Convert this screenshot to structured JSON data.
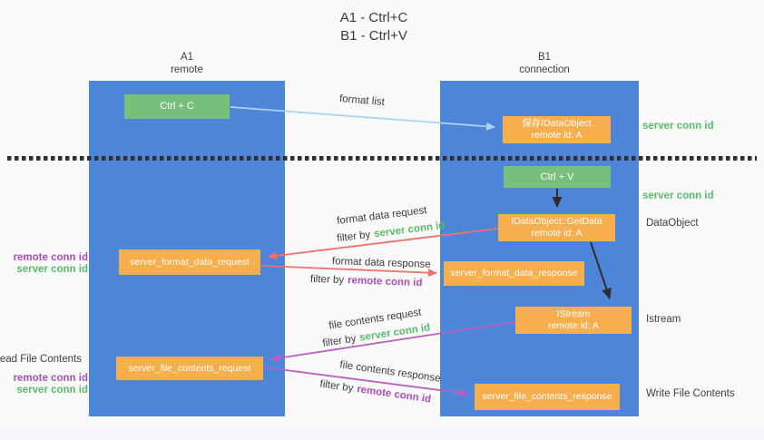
{
  "title": {
    "line1": "A1 - Ctrl+C",
    "line2": "B1 - Ctrl+V"
  },
  "lifelines": {
    "left": {
      "name": "A1",
      "role": "remote"
    },
    "right": {
      "name": "B1",
      "role": "connection"
    }
  },
  "nodes": {
    "ctrl_c": {
      "label": "Ctrl + C"
    },
    "ctrl_v": {
      "label": "Ctrl + V"
    },
    "save_dataobject": {
      "line1": "保存IDataObject",
      "line2": "remote id: A"
    },
    "getdata": {
      "line1": "IDataObject::GetData",
      "line2": "remote id: A"
    },
    "istream": {
      "line1": "IStream",
      "line2": "remote id: A"
    },
    "server_format_data_request": {
      "label": "server_format_data_request"
    },
    "server_format_data_response": {
      "label": "server_format_data_response"
    },
    "server_file_contents_request": {
      "label": "server_file_contents_request"
    },
    "server_file_contents_response": {
      "label": "server_file_contents_response"
    }
  },
  "arrows": {
    "format_list": "format list",
    "format_data_request": "format data request",
    "format_data_response": "format data response",
    "file_contents_request": "file contents request",
    "file_contents_response": "file contents response",
    "filter_by": "filter by",
    "server_conn_id": "server conn id",
    "remote_conn_id": "remote conn id"
  },
  "side_labels": {
    "server_conn_id": "server conn id",
    "remote_conn_id": "remote conn id",
    "dataobject": "DataObject",
    "istream": "Istream",
    "read_file_contents": "Read File Contents",
    "write_file_contents": "Write File Contents"
  },
  "colors": {
    "lifeline_blue": "#4d86d8",
    "node_green": "#77c07a",
    "node_orange": "#f7ae4d",
    "arrow_salmon": "#f0706d",
    "arrow_magenta": "#bb5fbf",
    "arrow_light_blue": "#aad3f2",
    "arrow_black": "#2d2d2d",
    "text_green": "#5cb86a",
    "text_purple": "#a94fb4",
    "text_dark": "#3b3b3b",
    "background": "#fafafa"
  }
}
